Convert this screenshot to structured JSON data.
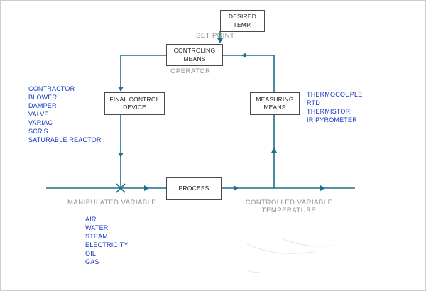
{
  "colors": {
    "line": "#1f6f8b",
    "blue_text": "#1436c0",
    "gray_text": "#8f8f8f",
    "box_border": "#4a4a4a"
  },
  "boxes": {
    "desired_temp": "DESIRED\nTEMP.",
    "controlling_means": "CONTROLING\nMEANS",
    "final_control_device": "FINAL CONTROL\nDEVICE",
    "measuring_means": "MEASURING\nMEANS",
    "process": "PROCESS"
  },
  "labels": {
    "set_point": "SET POINT",
    "operator": "OPERATOR",
    "manipulated_variable": "MANIPULATED VARIABLE",
    "controlled_variable": "CONTROLLED VARIABLE\nTEMPERATURE"
  },
  "lists": {
    "final_control_examples": [
      "CONTRACTOR",
      "BLOWER",
      "DAMPER",
      "VALVE",
      "VARIAC",
      "SCR'S",
      "SATURABLE REACTOR"
    ],
    "measuring_examples": [
      "THERMOCOUPLE",
      "RTD",
      "THERMISTOR",
      "IR PYROMETER"
    ],
    "manipulated_examples": [
      "AIR",
      "WATER",
      "STEAM",
      "ELECTRICITY",
      "OIL",
      "GAS"
    ]
  }
}
